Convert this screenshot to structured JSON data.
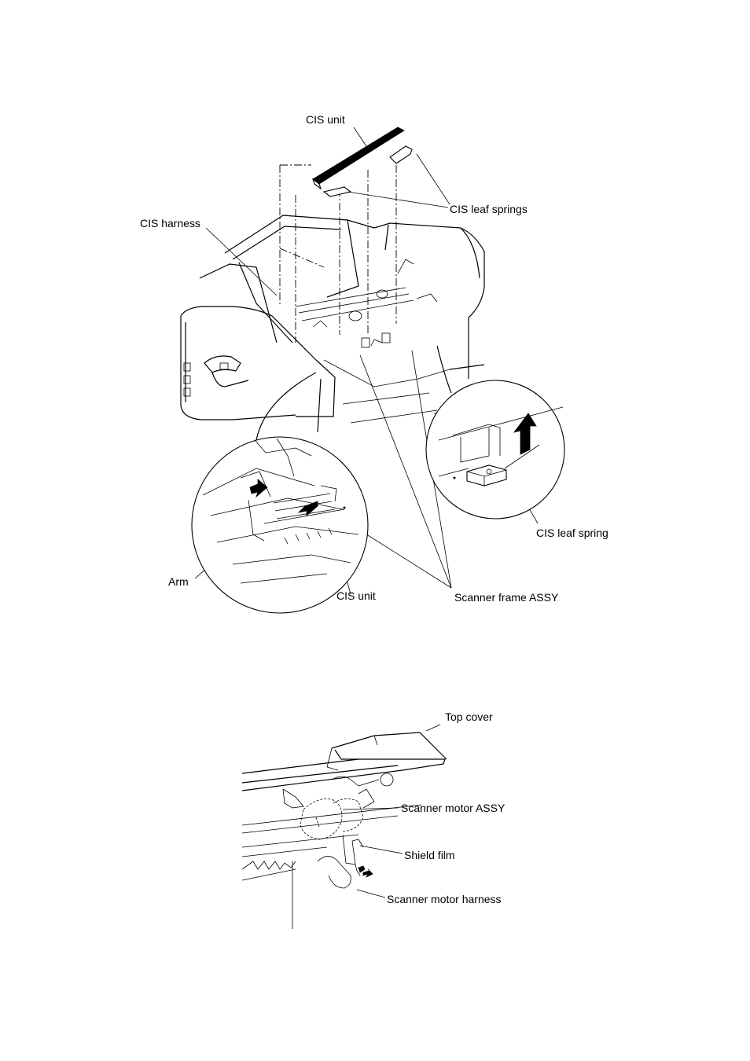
{
  "figure1": {
    "labels": {
      "cis_unit_top": "CIS unit",
      "cis_leaf_springs": "CIS leaf springs",
      "cis_harness": "CIS harness",
      "cis_leaf_spring": "CIS leaf spring",
      "arm": "Arm",
      "cis_unit_bottom": "CIS unit",
      "scanner_frame_assy": "Scanner frame ASSY"
    }
  },
  "figure2": {
    "labels": {
      "top_cover": "Top cover",
      "scanner_motor_assy": "Scanner motor ASSY",
      "shield_film": "Shield film",
      "scanner_motor_harness": "Scanner motor harness"
    }
  }
}
